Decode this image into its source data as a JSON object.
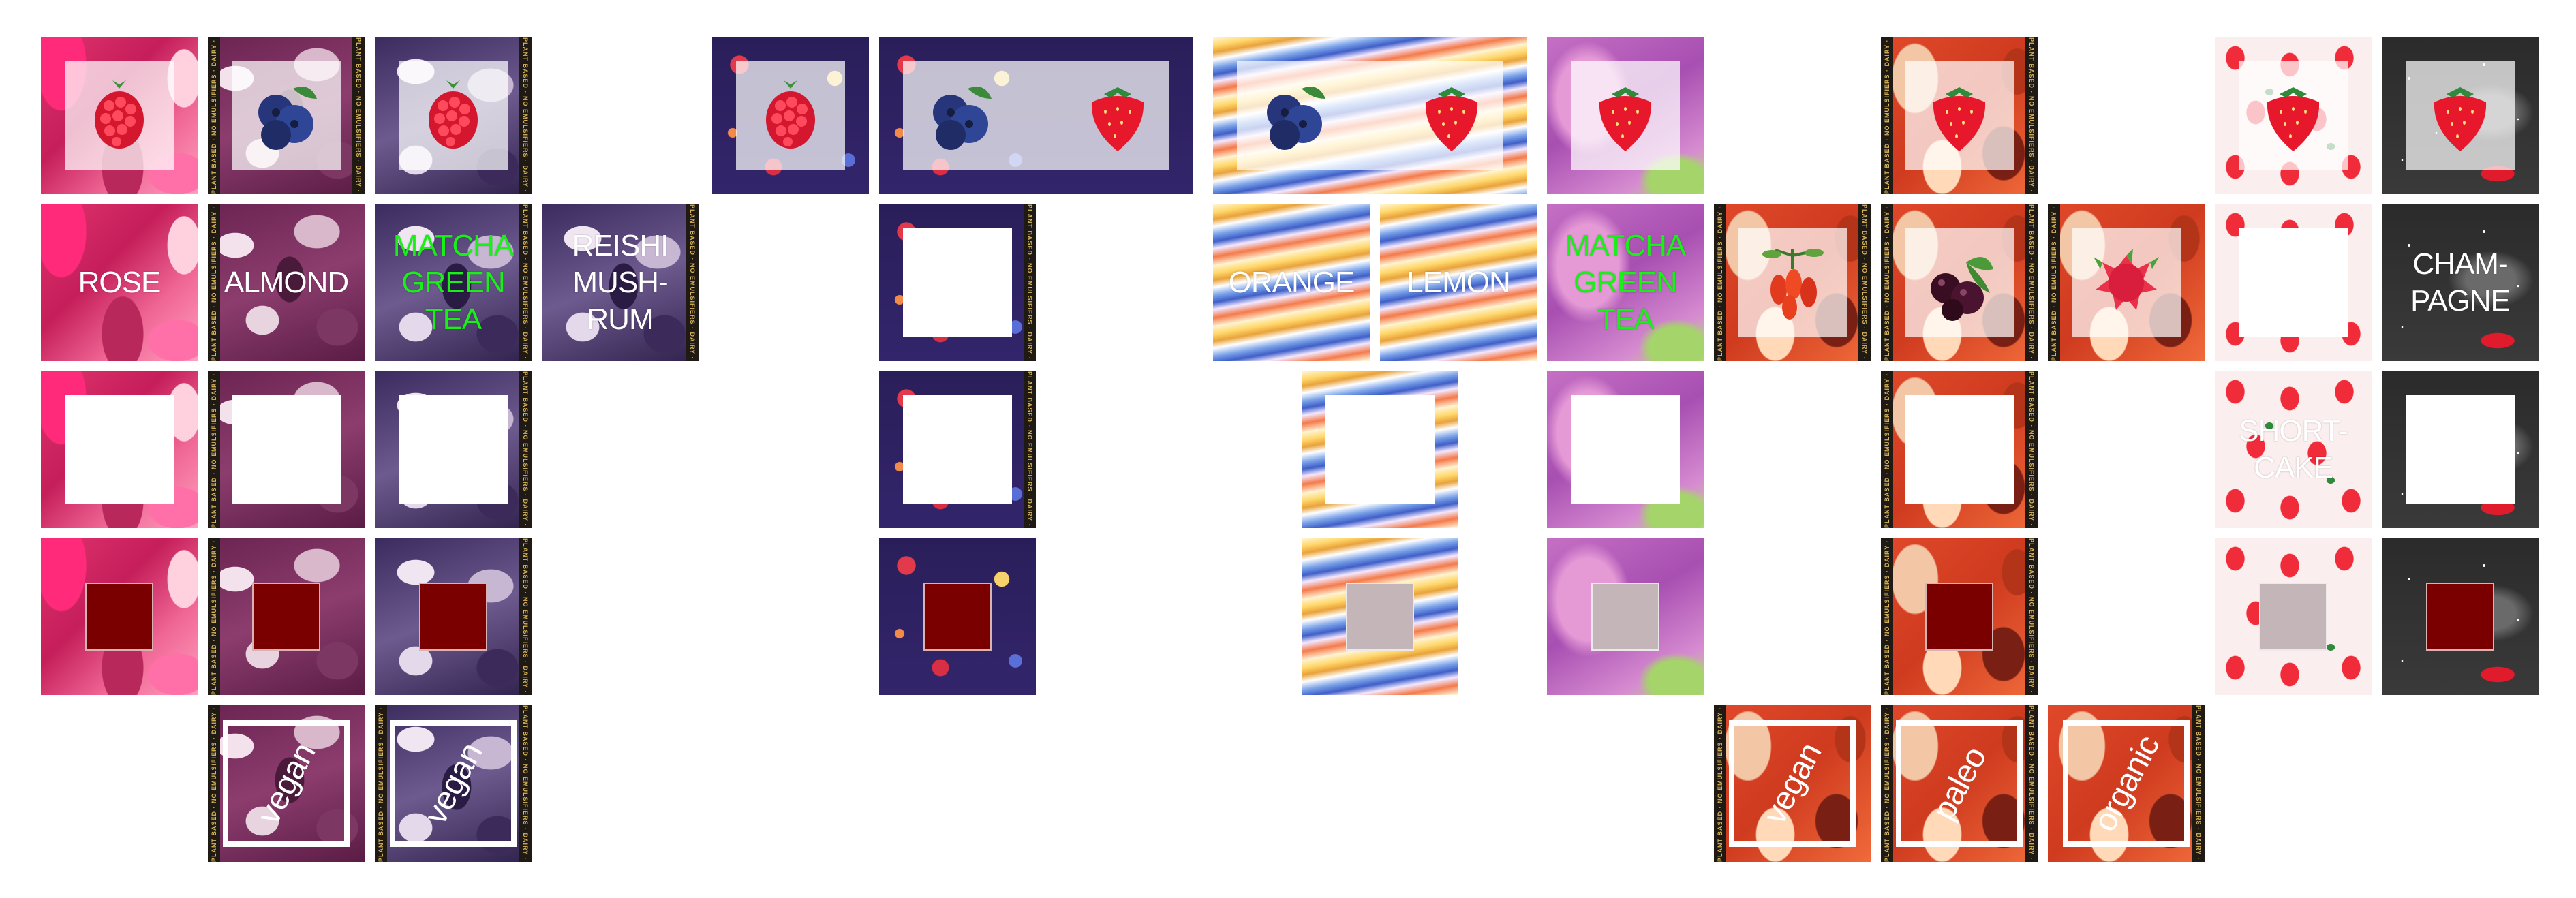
{
  "colors": {
    "flavor_text_default": "#ffffff",
    "flavor_text_highlight": "#18f018",
    "swatch_dark_red": "#7a0000",
    "swatch_grey": "#c4b5b8",
    "strip_background": "#1f1a14",
    "strip_text": "#d8b55a"
  },
  "strip_text": "PLANT BASED · NO EMULSIFIERS · DAIRY · SUPERFOOD",
  "flavor_labels": {
    "rose": "ROSE",
    "almond": "ALMOND",
    "matcha": "MATCHA\nGREEN\nTEA",
    "reishi": "REISHI\nMUSH-\nRUM",
    "orange": "ORANGE",
    "lemon": "LEMON",
    "champagne": "CHAM-\nPAGNE",
    "shortcake": "SHORT-\nCAKE"
  },
  "diet_labels": {
    "vegan": "vegan",
    "paleo": "paleo",
    "organic": "organic"
  },
  "icons": {
    "raspberry": "raspberry-icon",
    "blueberry": "blueberry-icon",
    "strawberry": "strawberry-icon",
    "goji": "goji-berry-icon",
    "acai": "acai-berry-icon",
    "dragonfruit": "dragon-fruit-icon"
  }
}
